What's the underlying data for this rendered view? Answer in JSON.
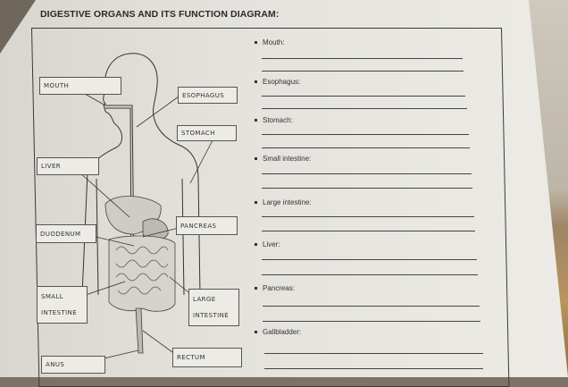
{
  "worksheet": {
    "title": "DIGESTIVE ORGANS AND ITS FUNCTION DIAGRAM:"
  },
  "diagram": {
    "labels": [
      {
        "id": "mouth",
        "text": "MOUTH"
      },
      {
        "id": "esophagus",
        "text": "ESOPHAGUS"
      },
      {
        "id": "stomach",
        "text": "STOMACH"
      },
      {
        "id": "liver",
        "text": "LIVER"
      },
      {
        "id": "duodenum",
        "text": "DUODENUM"
      },
      {
        "id": "pancreas",
        "text": "PANCREAS"
      },
      {
        "id": "small_intestine",
        "text": "SMALL INTESTINE"
      },
      {
        "id": "large_intestine",
        "text": "LARGE INTESTINE"
      },
      {
        "id": "anus",
        "text": "ANUS"
      },
      {
        "id": "rectum",
        "text": "RECTUM"
      }
    ]
  },
  "questions": [
    {
      "label": "Mouth:"
    },
    {
      "label": "Esophagus:"
    },
    {
      "label": "Stomach:"
    },
    {
      "label": "Small intestine:"
    },
    {
      "label": "Large intestine:"
    },
    {
      "label": "Liver:"
    },
    {
      "label": "Pancreas:"
    },
    {
      "label": "Gallbladder:"
    }
  ]
}
